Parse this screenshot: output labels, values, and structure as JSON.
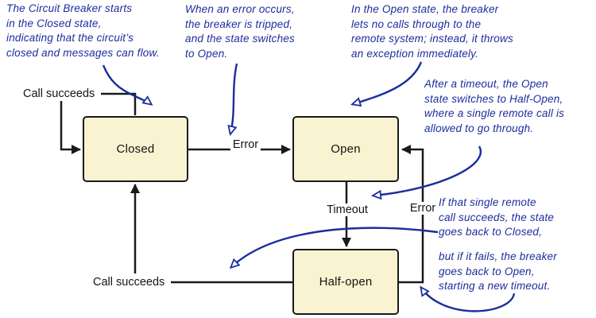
{
  "colors": {
    "state_fill": "#FAF3D1",
    "state_border": "#1A1A1A",
    "edge_line": "#1A1A1A",
    "annotation_blue": "#1C2D9C",
    "background": "#FFFFFF"
  },
  "states": [
    {
      "label": "Closed"
    },
    {
      "label": "Open"
    },
    {
      "label": "Half-open"
    }
  ],
  "edges": {
    "call_succeeds_top": "Call succeeds",
    "error_closed_to_open": "Error",
    "timeout": "Timeout",
    "error_half_open_to_open": "Error",
    "call_succeeds_bottom": "Call succeeds"
  },
  "annotations": {
    "closed_intro": "The Circuit Breaker starts\nin the Closed state,\nindicating that the circuit’s\nclosed and messages can flow.",
    "error_trip": "When an error occurs,\nthe breaker is tripped,\nand the state switches\nto Open.",
    "open_behavior": "In the Open state, the breaker\nlets no calls through to the\nremote system; instead, it throws\nan exception immediately.",
    "timeout_to_half_open": "After a timeout, the Open\nstate switches to Half-Open,\nwhere a single remote call is\nallowed to go through.",
    "half_open_success": "If that single remote\ncall succeeds, the state\ngoes back to Closed,",
    "half_open_failure": "but if it fails, the breaker\ngoes back to Open,\nstarting a new timeout."
  }
}
